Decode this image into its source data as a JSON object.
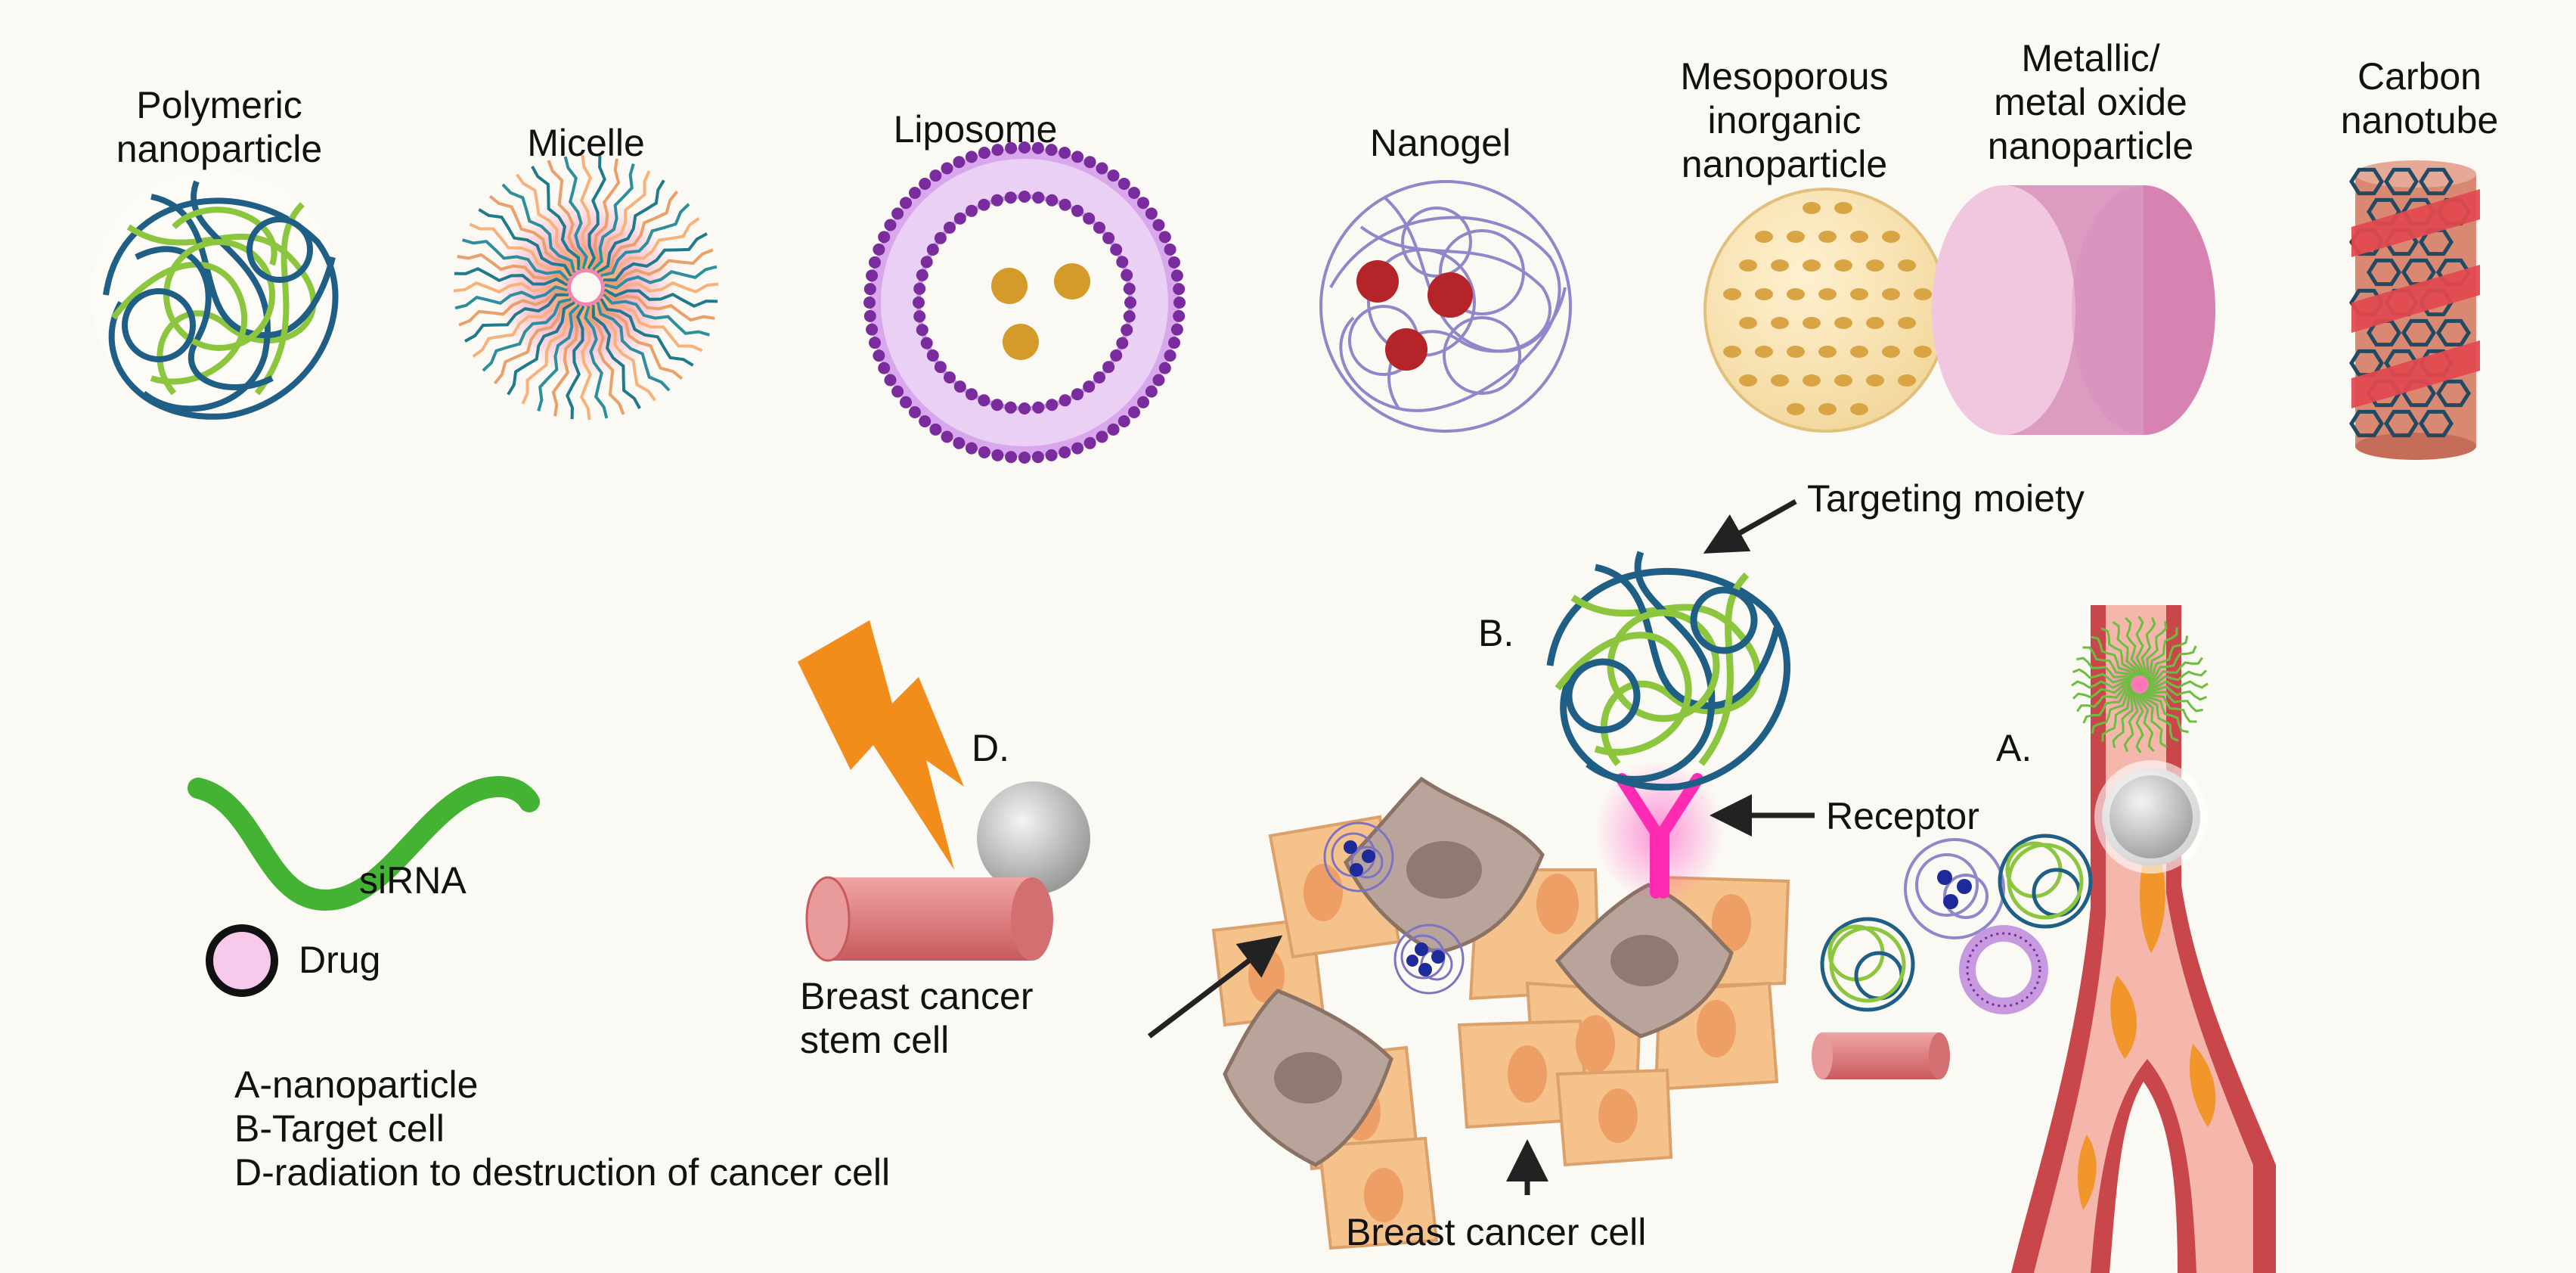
{
  "nanoparticles": {
    "polymeric": "Polymeric\nnanoparticle",
    "micelle": "Micelle",
    "liposome": "Liposome",
    "nanogel": "Nanogel",
    "mesoporous": "Mesoporous\ninorganic\nnanoparticle",
    "metallic": "Metallic/\nmetal oxide\nnanoparticle",
    "carbon": "Carbon\nnanotube"
  },
  "labels": {
    "targeting_moiety": "Targeting moiety",
    "receptor": "Receptor",
    "b": "B.",
    "a": "A.",
    "d": "D.",
    "stem_cell": "Breast cancer\nstem cell",
    "cancer_cell": "Breast cancer cell"
  },
  "legend": {
    "sirna": "siRNA",
    "drug": "Drug"
  },
  "notes": [
    "A-nanoparticle",
    "B-Target cell",
    "D-radiation to destruction of cancer cell"
  ],
  "colors": {
    "blue_strand": "#1f5f86",
    "green_strand": "#8cc63f",
    "liposome": "#8a3fae",
    "cell": "#f6c28b",
    "stem_cell": "#b8a49a",
    "vessel": "#c9474b",
    "lightning": "#f28c1b"
  }
}
